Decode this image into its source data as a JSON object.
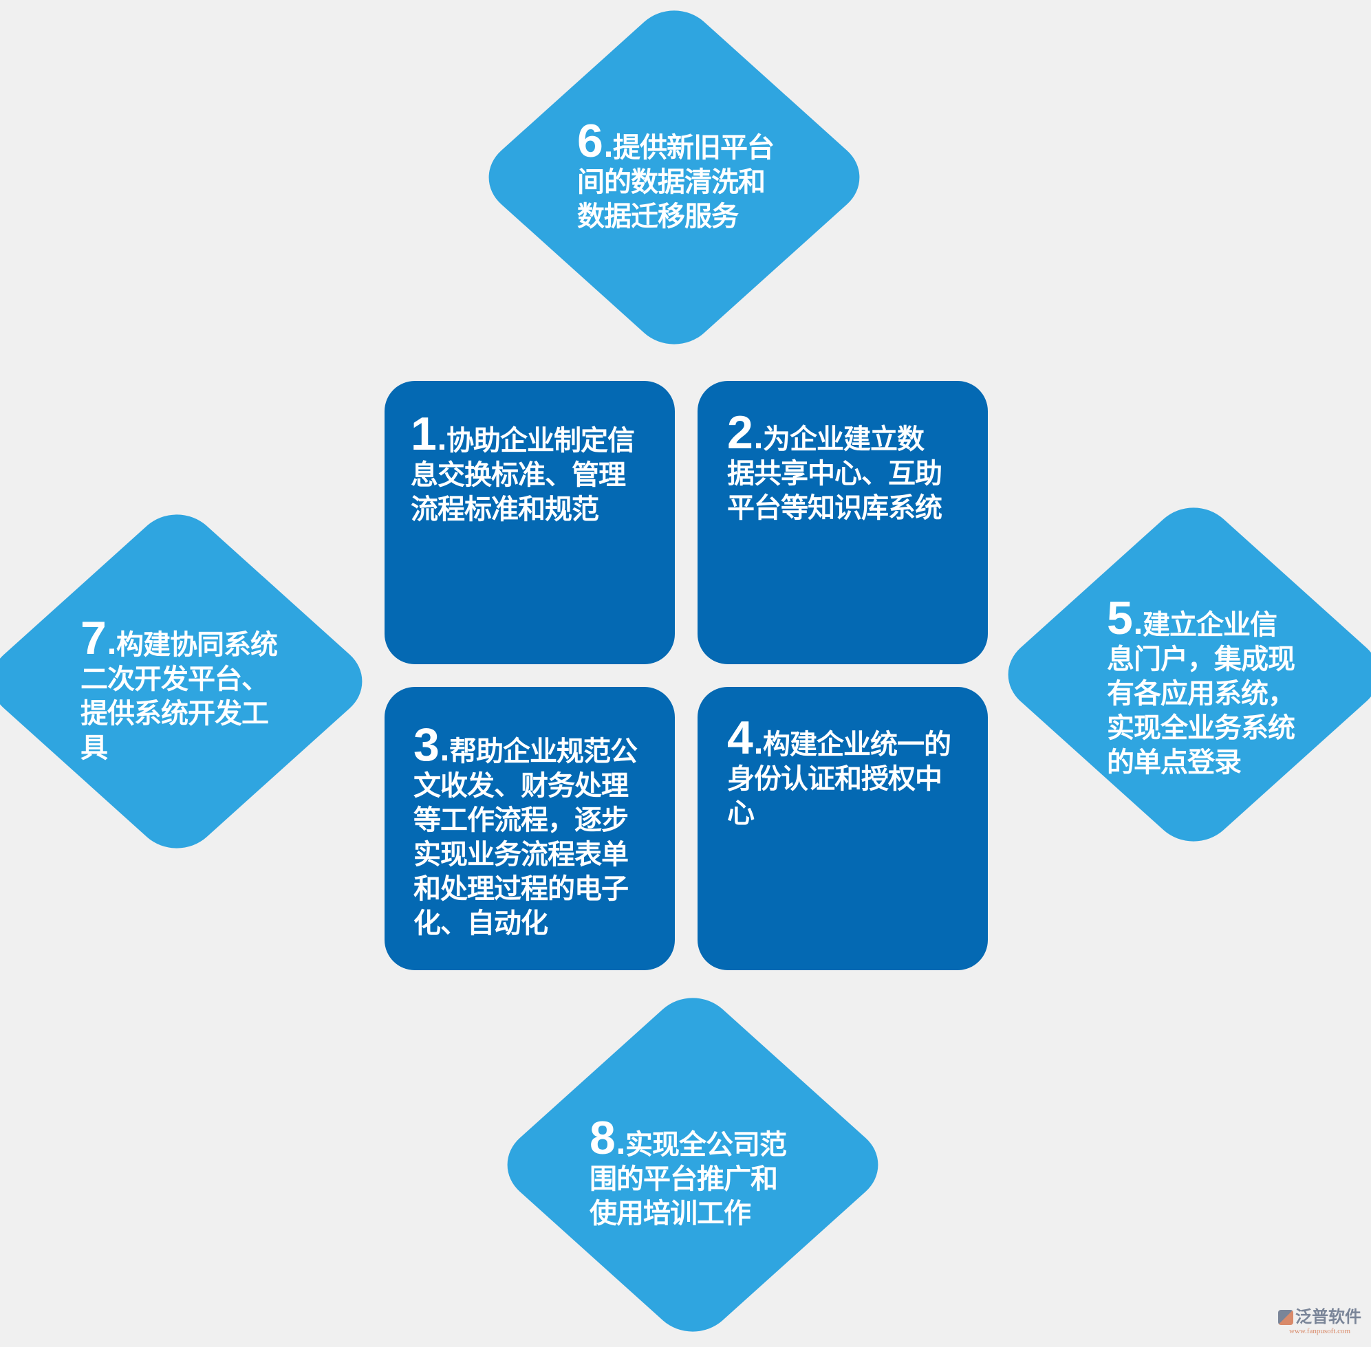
{
  "colors": {
    "background": "#f0f0f0",
    "box": "#0469b3",
    "diamond": "#2fa5e0"
  },
  "items": [
    {
      "num": "1",
      "lines": [
        ".协助企业制定信",
        "息交换标准、管理",
        "流程标准和规范"
      ]
    },
    {
      "num": "2",
      "lines": [
        ".为企业建立数",
        "据共享中心、互助",
        "平台等知识库系统"
      ]
    },
    {
      "num": "3",
      "lines": [
        ".帮助企业规范公",
        "文收发、财务处理",
        "等工作流程，逐步",
        "实现业务流程表单",
        "和处理过程的电子",
        "化、自动化"
      ]
    },
    {
      "num": "4",
      "lines": [
        ".构建企业统一的",
        "身份认证和授权中",
        "心"
      ]
    },
    {
      "num": "5",
      "lines": [
        ".建立企业信",
        "息门户，集成现",
        "有各应用系统，",
        "实现全业务系统",
        "的单点登录"
      ]
    },
    {
      "num": "6",
      "lines": [
        ".提供新旧平台",
        "间的数据清洗和",
        "数据迁移服务"
      ]
    },
    {
      "num": "7",
      "lines": [
        ".构建协同系统",
        "二次开发平台、",
        "提供系统开发工",
        "具"
      ]
    },
    {
      "num": "8",
      "lines": [
        ".实现全公司范",
        "围的平台推广和",
        "使用培训工作"
      ]
    }
  ],
  "logo": {
    "name": "泛普软件",
    "url": "www.fanpusoft.com"
  }
}
